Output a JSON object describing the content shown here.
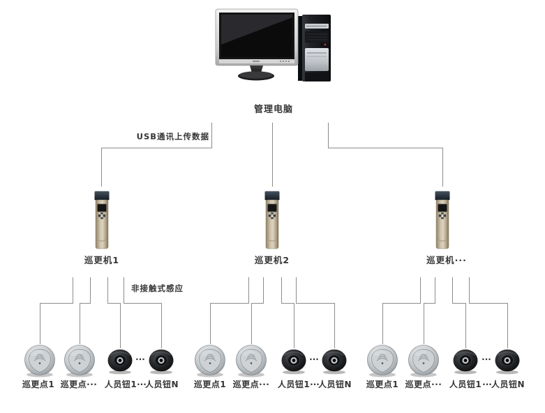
{
  "diagram": {
    "background": "#ffffff",
    "line_color": "#8c8c8c",
    "text_color": "#363636",
    "reader_body_color": "#c9bca6",
    "reader_cap_color": "#232d3a",
    "patrol_point_color": "#c3c7ca",
    "person_button_color": "#1a1c1f"
  },
  "computer": {
    "label": "管理电脑",
    "icon": "desktop-computer-icon"
  },
  "annotations": {
    "usb_upload": "USB通讯上传数据",
    "contactless": "非接触式感应"
  },
  "readers": [
    {
      "label": "巡更机1"
    },
    {
      "label": "巡更机2"
    },
    {
      "label": "巡更机···"
    }
  ],
  "groups": [
    {
      "patrol_points": [
        {
          "label": "巡更点1"
        },
        {
          "label": "巡更点···"
        }
      ],
      "person_buttons": [
        {
          "label": "人员钮1"
        },
        {
          "label": "人员钮N"
        }
      ],
      "dots_between_disks": "···",
      "dots_between_labels": "···"
    },
    {
      "patrol_points": [
        {
          "label": "巡更点1"
        },
        {
          "label": "巡更点···"
        }
      ],
      "person_buttons": [
        {
          "label": "人员钮1"
        },
        {
          "label": "人员钮N"
        }
      ],
      "dots_between_disks": "···",
      "dots_between_labels": "···"
    },
    {
      "patrol_points": [
        {
          "label": "巡更点1"
        },
        {
          "label": "巡更点···"
        }
      ],
      "person_buttons": [
        {
          "label": "人员钮1"
        },
        {
          "label": "人员钮N"
        }
      ],
      "dots_between_disks": "···",
      "dots_between_labels": "···"
    }
  ]
}
